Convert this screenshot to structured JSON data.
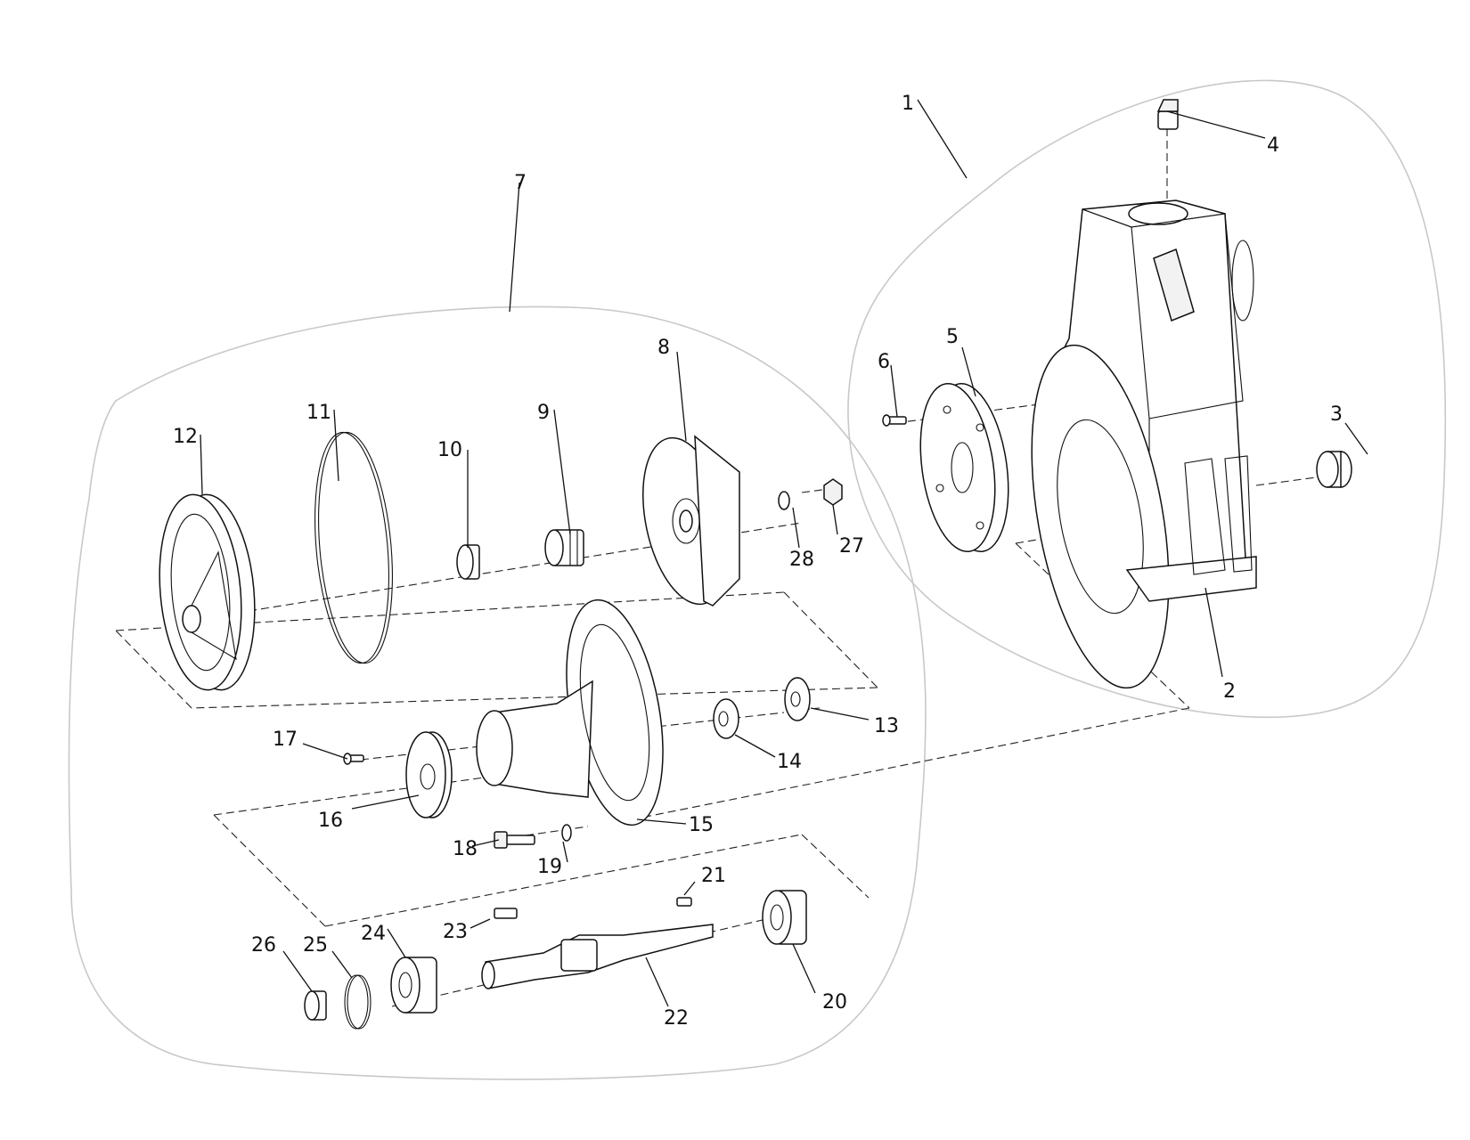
{
  "callouts": {
    "p1": "1",
    "p2": "2",
    "p3": "3",
    "p4": "4",
    "p5": "5",
    "p6": "6",
    "p7": "7",
    "p8": "8",
    "p9": "9",
    "p10": "10",
    "p11": "11",
    "p12": "12",
    "p13": "13",
    "p14": "14",
    "p15": "15",
    "p16": "16",
    "p17": "17",
    "p18": "18",
    "p19": "19",
    "p20": "20",
    "p21": "21",
    "p22": "22",
    "p23": "23",
    "p24": "24",
    "p25": "25",
    "p26": "26",
    "p27": "27",
    "p28": "28"
  }
}
